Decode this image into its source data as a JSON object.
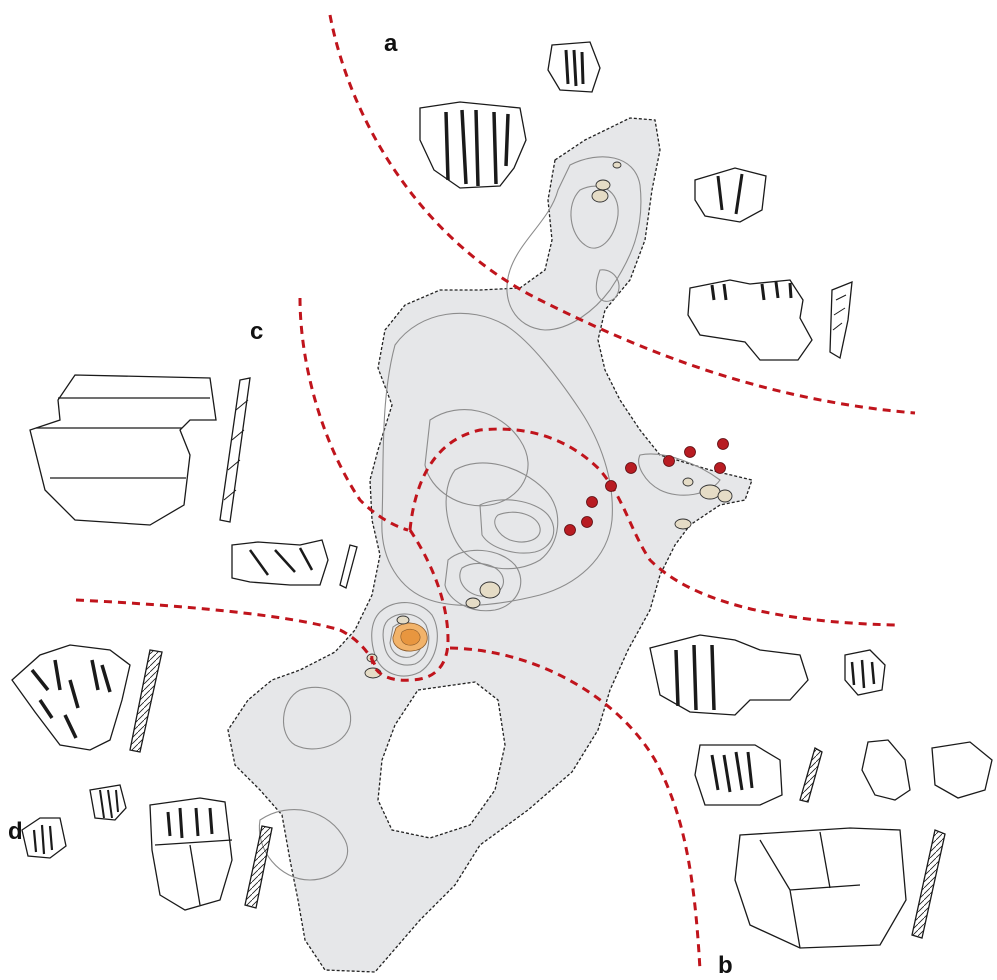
{
  "zones": [
    {
      "id": "a",
      "label": "a"
    },
    {
      "id": "b",
      "label": "b"
    },
    {
      "id": "c",
      "label": "c"
    },
    {
      "id": "d",
      "label": "d"
    }
  ],
  "colors": {
    "boundary_dashes": "#c0141c",
    "finds_dots": "#b81c22",
    "scatter_fill": "#e6e7e9",
    "scatter_outline": "#222222",
    "contours": "#8c8c8c",
    "hearth_fill": "#f2b36a",
    "stones_fill": "#e5dcc6",
    "sherd_ink": "#1a1a1a"
  },
  "legend_symbols": [
    "sherd-drawings",
    "red-dot-finds",
    "stone-icons",
    "density-contours"
  ]
}
